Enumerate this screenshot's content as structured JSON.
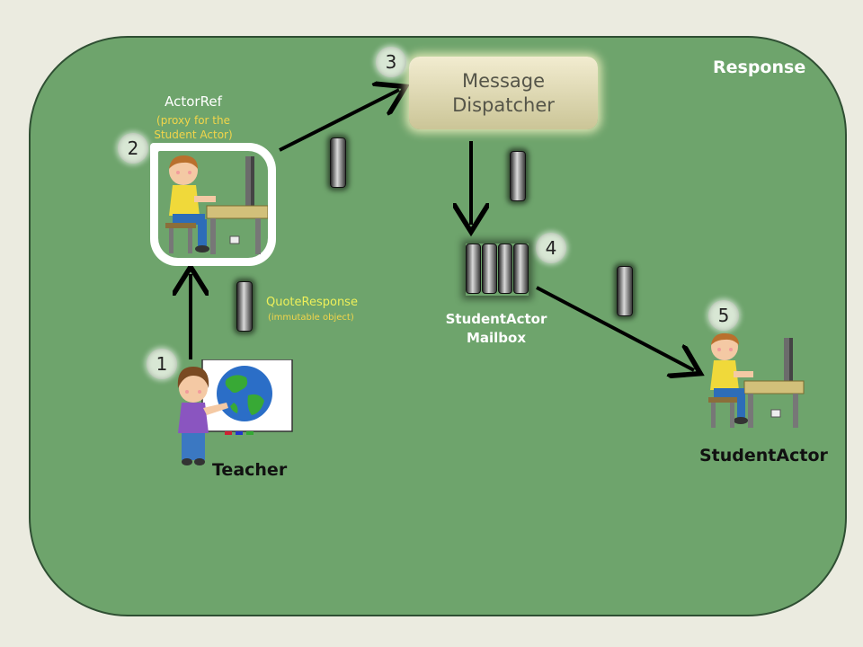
{
  "title": "Response",
  "steps": [
    "1",
    "2",
    "3",
    "4",
    "5"
  ],
  "dispatcher": {
    "label": "Message\nDispatcher"
  },
  "actor_ref": {
    "label": "ActorRef",
    "note": "(proxy for the\nStudent Actor)"
  },
  "quote_response": {
    "label": "QuoteResponse",
    "note": "(immutable object)"
  },
  "mailbox": {
    "label": "StudentActor\nMailbox"
  },
  "teacher": {
    "label": "Teacher"
  },
  "student_actor": {
    "label": "StudentActor"
  },
  "colors": {
    "background": "#6ea46c",
    "page": "#ebebe0",
    "note_yellow": "#f2d54a",
    "arrow": "#000000"
  }
}
